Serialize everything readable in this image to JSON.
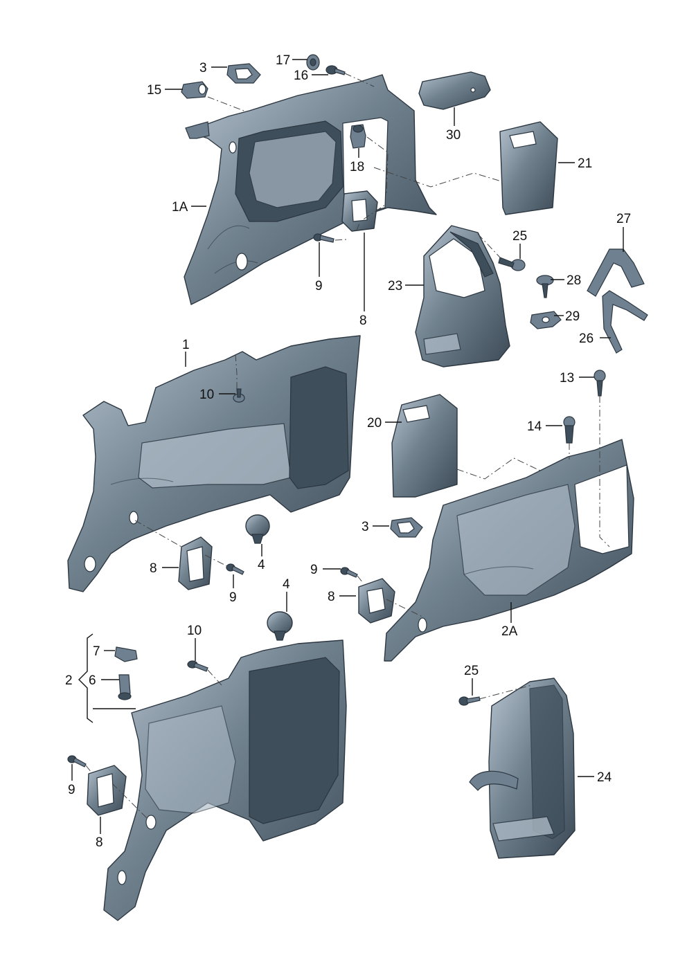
{
  "callouts": {
    "c17": "17",
    "c3a": "3",
    "c16": "16",
    "c15": "15",
    "c30": "30",
    "c18": "18",
    "c21": "21",
    "c1a": "1A",
    "c25a": "25",
    "c27": "27",
    "c28": "28",
    "c29": "29",
    "c26": "26",
    "c23": "23",
    "c9a": "9",
    "c8a": "8",
    "c1": "1",
    "c10a": "10",
    "c13": "13",
    "c20": "20",
    "c14": "14",
    "c3b": "3",
    "c4a": "4",
    "c8b": "8",
    "c9b": "9",
    "c9c": "9",
    "c8c": "8",
    "c4b": "4",
    "c2a": "2A",
    "c10b": "10",
    "c7": "7",
    "c2": "2",
    "c6": "6",
    "c25b": "25",
    "c24": "24",
    "c9d": "9",
    "c8d": "8"
  }
}
